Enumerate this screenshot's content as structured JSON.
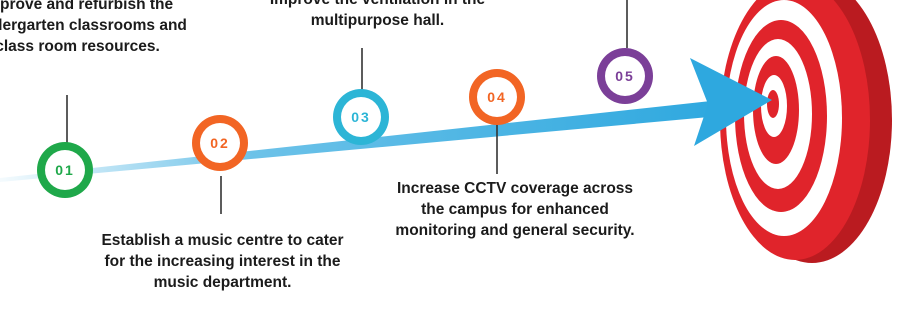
{
  "milestones": [
    {
      "number": "01",
      "color": "#1fa84a",
      "text": "Improve and refurbish the Kindergarten classrooms and class room resources."
    },
    {
      "number": "02",
      "color": "#f26524",
      "text": "Establish a music centre to cater for the increasing interest in the music department."
    },
    {
      "number": "03",
      "color": "#2cb5d6",
      "text": "Improve the ventilation in the multipurpose hall."
    },
    {
      "number": "04",
      "color": "#f26524",
      "text": "Increase CCTV coverage across the campus for enhanced monitoring and general security."
    },
    {
      "number": "05",
      "color": "#7b3f98",
      "text": ""
    }
  ],
  "colors": {
    "arrow": "#2ea8df",
    "target_red": "#e0242b",
    "target_white": "#ffffff",
    "connector": "#333333"
  },
  "icons": {
    "target": "bullseye-target-icon",
    "arrow": "arrow-icon"
  }
}
